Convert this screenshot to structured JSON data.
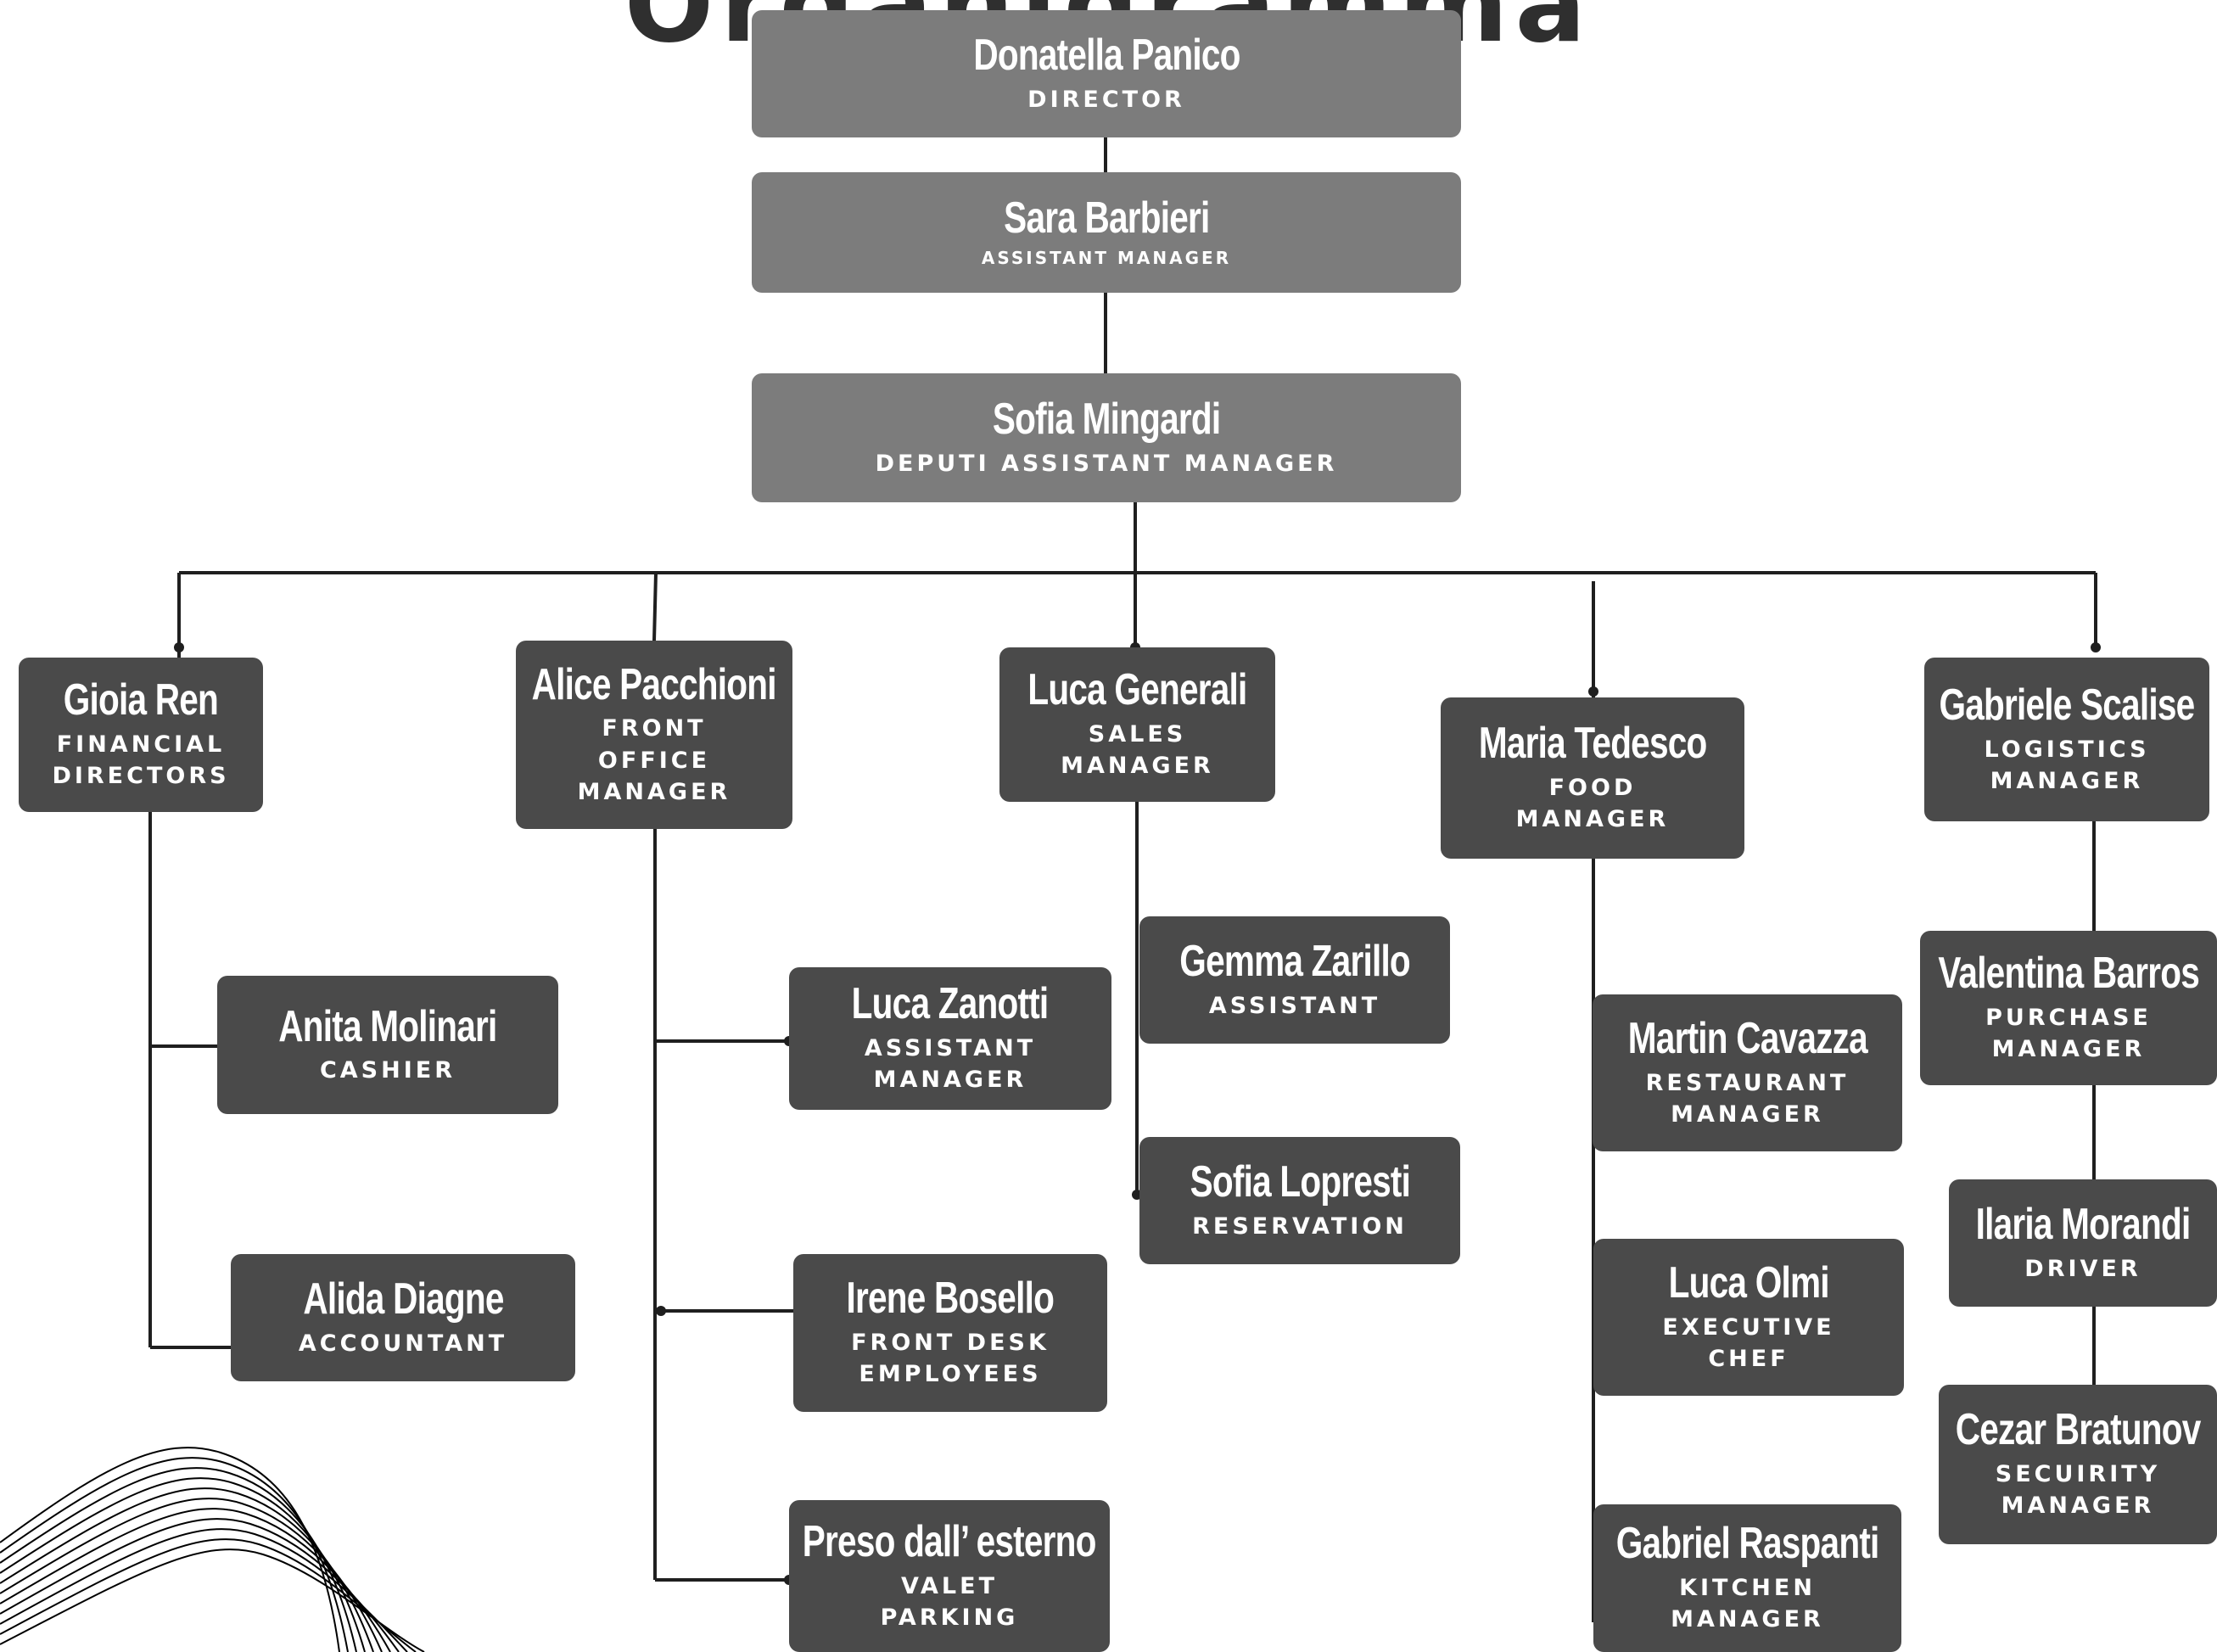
{
  "title": "Organigramma",
  "nodes": {
    "director": {
      "name": "Donatella Panico",
      "role": "DIRECTOR"
    },
    "assistant_manager": {
      "name": "Sara Barbieri",
      "role": "ASSISTANT MANAGER"
    },
    "deputy_assistant_manager": {
      "name": "Sofia Mingardi",
      "role": "DEPUTI ASSISTANT MANAGER"
    },
    "financial_directors": {
      "name": "Gioia Ren",
      "role": "FINANCIAL\nDIRECTORS"
    },
    "front_office_manager": {
      "name": "Alice Pacchioni",
      "role": "FRONT\nOFFICE\nMANAGER"
    },
    "sales_manager": {
      "name": "Luca Generali",
      "role": "SALES\nMANAGER"
    },
    "food_manager": {
      "name": "Maria Tedesco",
      "role": "FOOD\nMANAGER"
    },
    "logistics_manager": {
      "name": "Gabriele Scalise",
      "role": "LOGISTICS\nMANAGER"
    },
    "cashier": {
      "name": "Anita Molinari",
      "role": "CASHIER"
    },
    "accountant": {
      "name": "Alida Diagne",
      "role": "ACCOUNTANT"
    },
    "front_assistant_manager": {
      "name": "Luca Zanotti",
      "role": "ASSISTANT\nMANAGER"
    },
    "front_desk": {
      "name": "Irene Bosello",
      "role": "FRONT DESK\nEMPLOYEES"
    },
    "valet": {
      "name": "Preso dall’ esterno",
      "role": "VALET\nPARKING"
    },
    "sales_assistant": {
      "name": "Gemma Zarillo",
      "role": "ASSISTANT"
    },
    "reservation": {
      "name": "Sofia Lopresti",
      "role": "RESERVATION"
    },
    "restaurant_manager": {
      "name": "Martin Cavazza",
      "role": "RESTAURANT\nMANAGER"
    },
    "executive_chef": {
      "name": "Luca Olmi",
      "role": "EXECUTIVE\nCHEF"
    },
    "kitchen_manager": {
      "name": "Gabriel Raspanti",
      "role": "KITCHEN\nMANAGER"
    },
    "purchase_manager": {
      "name": "Valentina Barros",
      "role": "PURCHASE\nMANAGER"
    },
    "driver": {
      "name": "Ilaria Morandi",
      "role": "DRIVER"
    },
    "security_manager": {
      "name": "Cezar Bratunov",
      "role": "SECUIRITY\nMANAGER"
    }
  },
  "colors": {
    "top_boxes": "#7c7c7c",
    "lower_boxes": "#4a4a4a",
    "connectors": "#1f1f1f"
  }
}
